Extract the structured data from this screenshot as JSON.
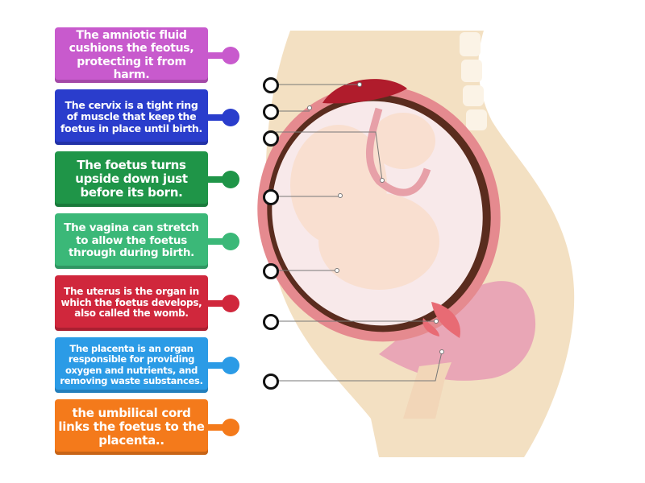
{
  "labels": [
    {
      "text": "The amniotic fluid cushions the feotus, protecting it from harm.",
      "color": "#c85acd"
    },
    {
      "text": "The cervix is a tight ring of muscle that keep the foetus in place until birth.",
      "color": "#2a3dcc"
    },
    {
      "text": "The foetus turns upside down just before its born.",
      "color": "#1f9548"
    },
    {
      "text": "The vagina can stretch to allow the foetus through during birth.",
      "color": "#3bb878"
    },
    {
      "text": "The uterus is the organ in which the foetus develops, also called the womb.",
      "color": "#d0273c"
    },
    {
      "text": "The placenta is an organ responsible for providing oxygen and nutrients, and removing waste substances.",
      "color": "#2b9be6"
    },
    {
      "text": "the umbilical cord links the foetus to the placenta..",
      "color": "#f47a1b"
    }
  ],
  "drop_targets": 7
}
